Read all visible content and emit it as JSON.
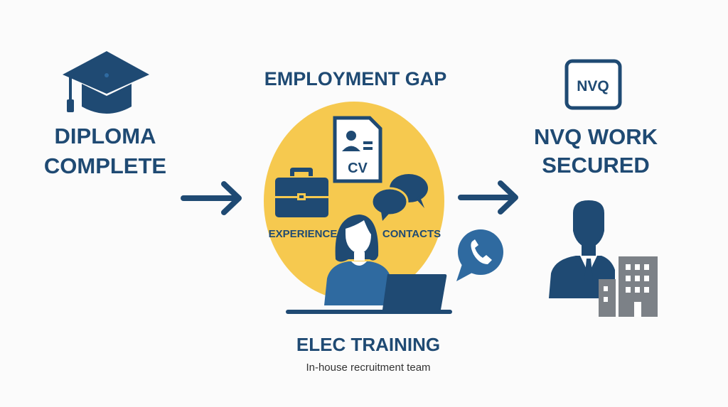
{
  "colors": {
    "navy": "#1f4a73",
    "blue": "#2f6aa0",
    "yellow": "#f6c94f",
    "gray": "#7c8187",
    "background": "#fbfbfb"
  },
  "left": {
    "icon": "graduation-cap-icon",
    "line1": "DIPLOMA",
    "line2": "COMPLETE"
  },
  "middle": {
    "title": "EMPLOYMENT GAP",
    "cv_label": "CV",
    "experience_label": "EXPERIENCE",
    "contacts_label": "CONTACTS",
    "icons": [
      "cv-document-icon",
      "briefcase-icon",
      "chat-bubbles-icon",
      "woman-at-laptop-icon",
      "phone-bubble-icon"
    ],
    "caption": "ELEC TRAINING",
    "subcaption": "In-house recruitment team"
  },
  "right": {
    "badge": "NVQ",
    "line1": "NVQ WORK",
    "line2": "SECURED",
    "icons": [
      "businessman-icon",
      "office-building-icon"
    ]
  }
}
